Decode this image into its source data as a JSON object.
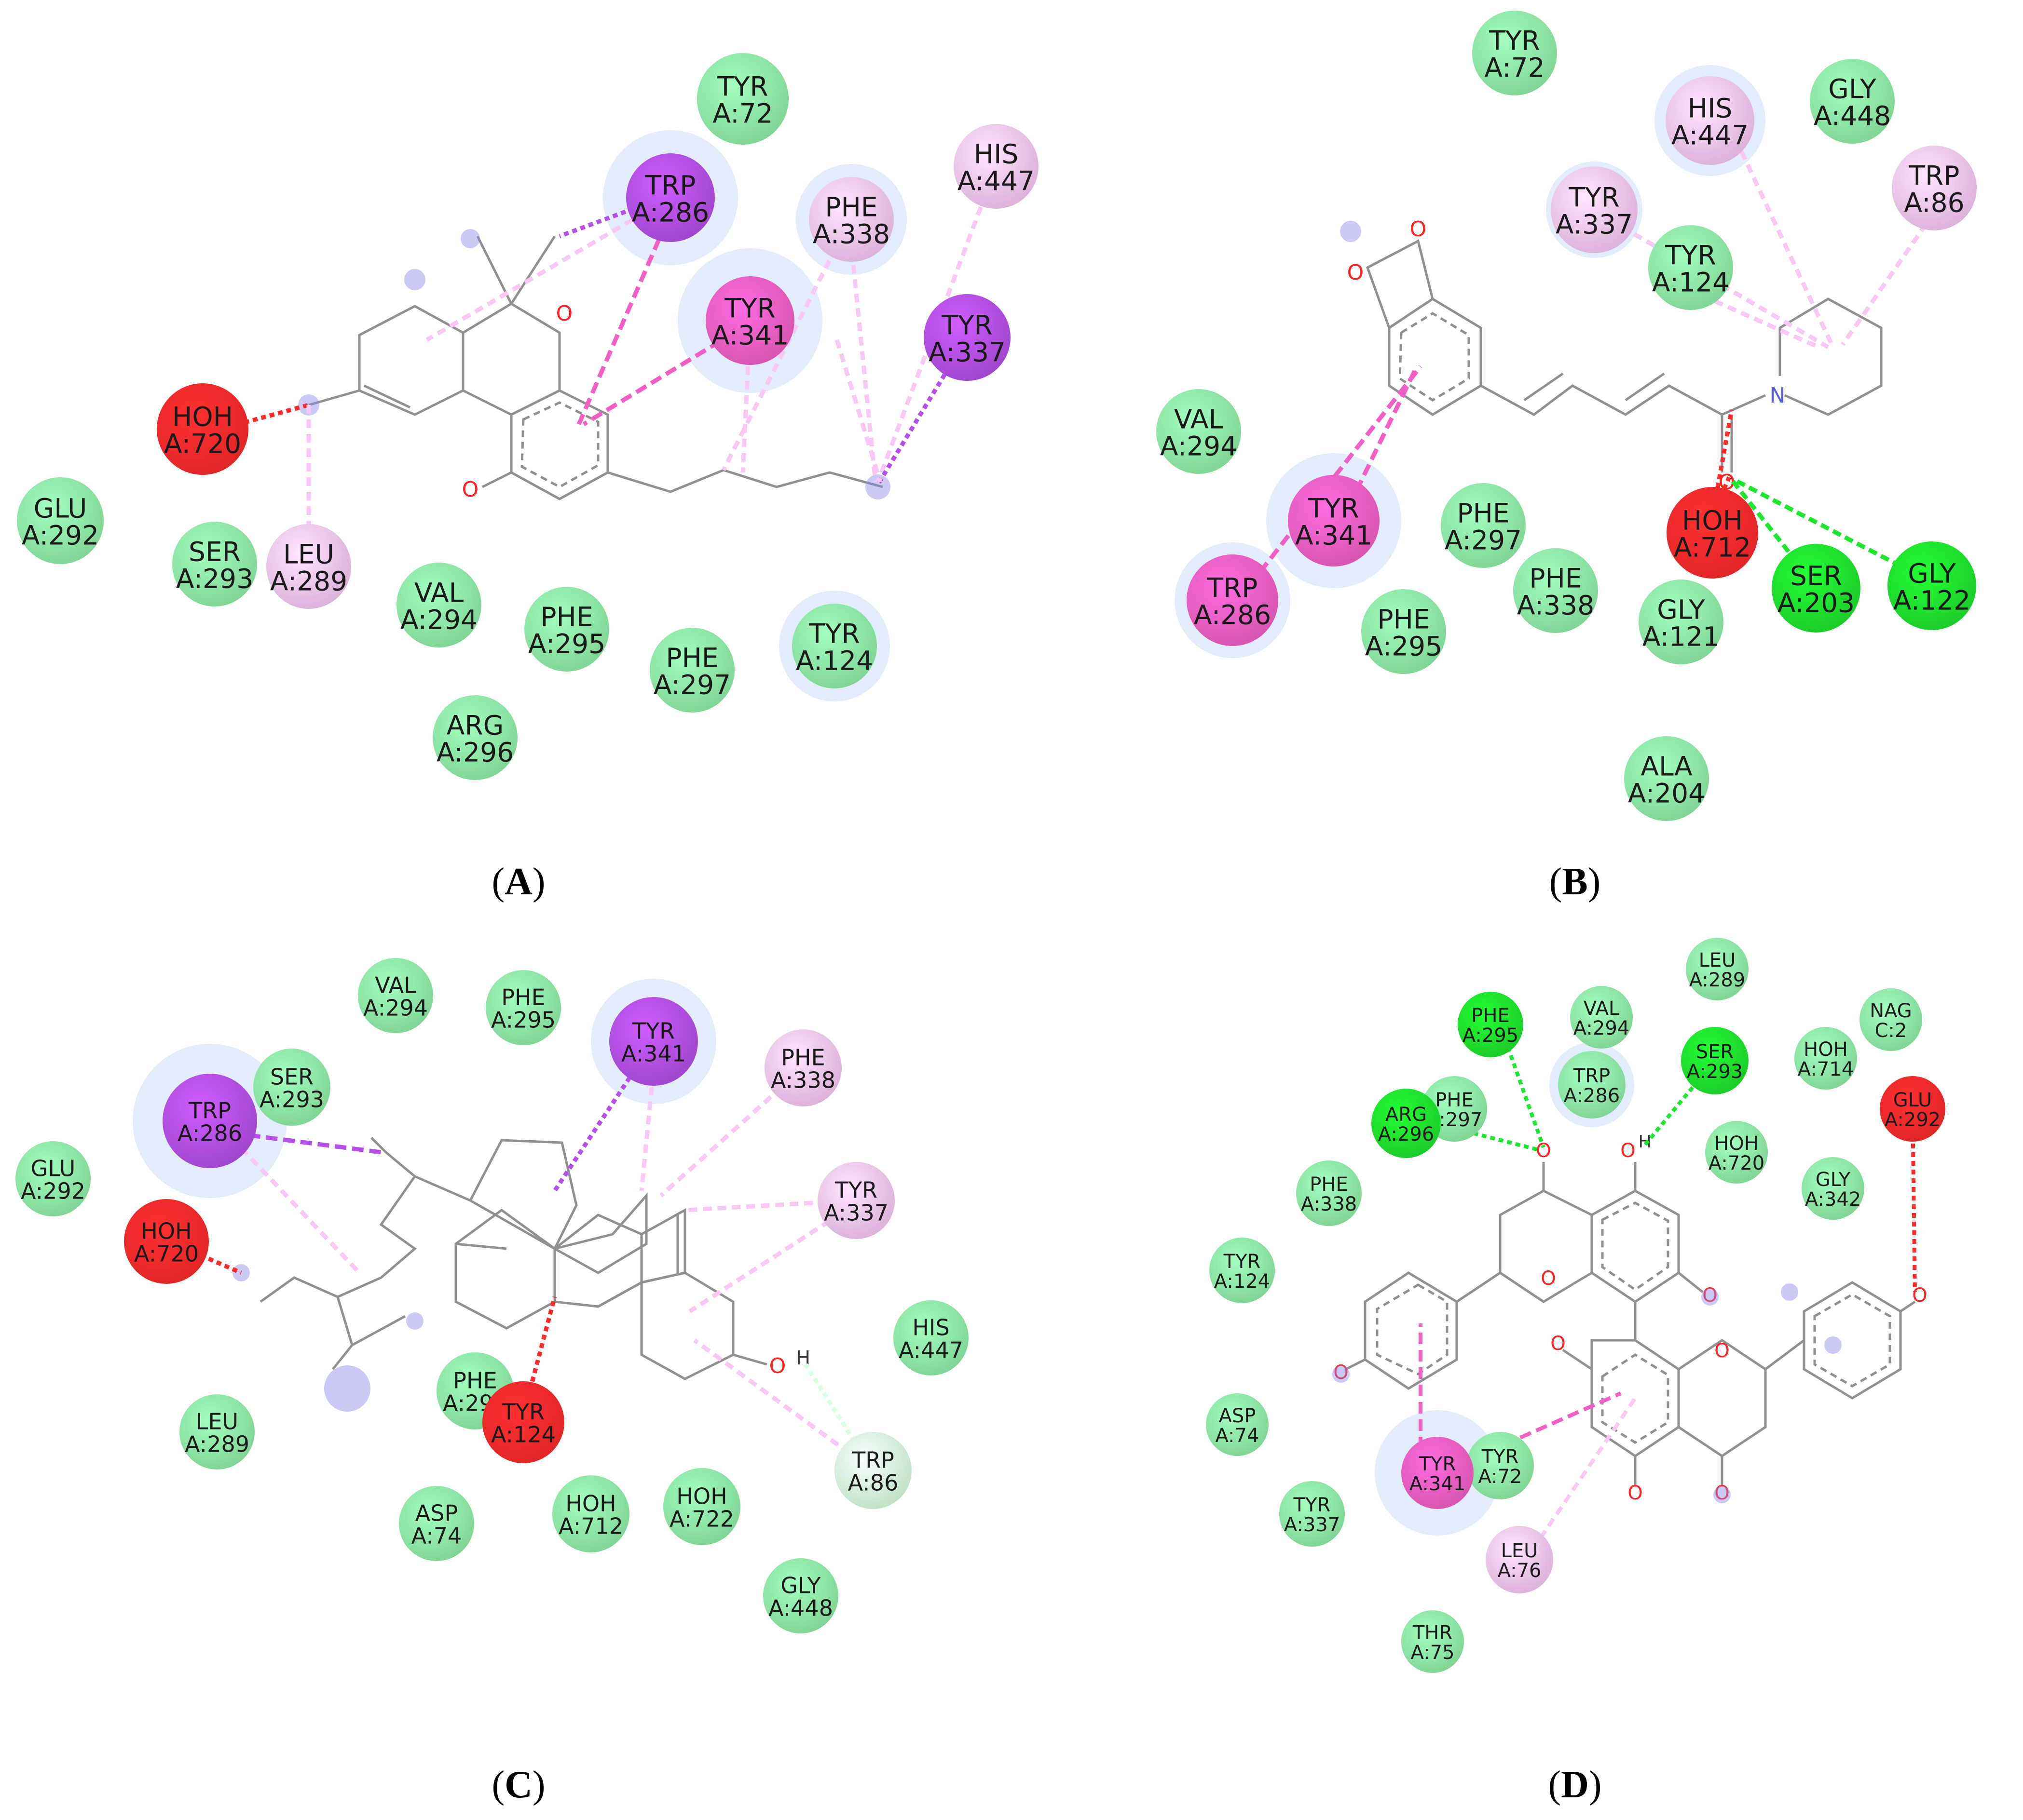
{
  "colors": {
    "vdw": "#8ef0a8",
    "hbond_conv": "#1ee62e",
    "carbon_h": "#d8ffdf",
    "unfav": "#ff2a2a",
    "pi_pi": "#f25fc4",
    "pi_alkyl": "#f8c8f4",
    "pi_sigma": "#b450e8",
    "halo": "#e3ecfb",
    "bond": "#909090",
    "oxygen": "#ff2020",
    "nitrogen": "#5b5bdf"
  },
  "panels": [
    {
      "caption": "A",
      "residues": [
        {
          "name": "TYR",
          "id": "A:72",
          "type": "vdw"
        },
        {
          "name": "TRP",
          "id": "A:286",
          "type": "pi_sigma"
        },
        {
          "name": "PHE",
          "id": "A:338",
          "type": "pi_alkyl"
        },
        {
          "name": "HIS",
          "id": "A:447",
          "type": "pi_alkyl"
        },
        {
          "name": "TYR",
          "id": "A:341",
          "type": "pi_pi"
        },
        {
          "name": "TYR",
          "id": "A:337",
          "type": "pi_sigma"
        },
        {
          "name": "HOH",
          "id": "A:720",
          "type": "unfav"
        },
        {
          "name": "GLU",
          "id": "A:292",
          "type": "vdw"
        },
        {
          "name": "SER",
          "id": "A:293",
          "type": "vdw"
        },
        {
          "name": "LEU",
          "id": "A:289",
          "type": "pi_alkyl"
        },
        {
          "name": "VAL",
          "id": "A:294",
          "type": "vdw"
        },
        {
          "name": "PHE",
          "id": "A:295",
          "type": "vdw"
        },
        {
          "name": "PHE",
          "id": "A:297",
          "type": "vdw"
        },
        {
          "name": "TYR",
          "id": "A:124",
          "type": "vdw"
        },
        {
          "name": "ARG",
          "id": "A:296",
          "type": "vdw"
        }
      ],
      "atoms": [
        "O",
        "O"
      ]
    },
    {
      "caption": "B",
      "residues": [
        {
          "name": "TYR",
          "id": "A:72",
          "type": "vdw"
        },
        {
          "name": "HIS",
          "id": "A:447",
          "type": "pi_alkyl"
        },
        {
          "name": "GLY",
          "id": "A:448",
          "type": "vdw"
        },
        {
          "name": "TRP",
          "id": "A:86",
          "type": "pi_alkyl"
        },
        {
          "name": "TYR",
          "id": "A:337",
          "type": "pi_alkyl"
        },
        {
          "name": "TYR",
          "id": "A:124",
          "type": "vdw"
        },
        {
          "name": "VAL",
          "id": "A:294",
          "type": "vdw"
        },
        {
          "name": "TYR",
          "id": "A:341",
          "type": "pi_pi"
        },
        {
          "name": "PHE",
          "id": "A:297",
          "type": "vdw"
        },
        {
          "name": "HOH",
          "id": "A:712",
          "type": "unfav"
        },
        {
          "name": "TRP",
          "id": "A:286",
          "type": "pi_pi"
        },
        {
          "name": "PHE",
          "id": "A:338",
          "type": "vdw"
        },
        {
          "name": "SER",
          "id": "A:203",
          "type": "hbond_conv"
        },
        {
          "name": "GLY",
          "id": "A:122",
          "type": "hbond_conv"
        },
        {
          "name": "PHE",
          "id": "A:295",
          "type": "vdw"
        },
        {
          "name": "GLY",
          "id": "A:121",
          "type": "vdw"
        },
        {
          "name": "ALA",
          "id": "A:204",
          "type": "vdw"
        }
      ],
      "atoms": [
        "O",
        "O",
        "N",
        "O"
      ]
    },
    {
      "caption": "C",
      "residues": [
        {
          "name": "VAL",
          "id": "A:294",
          "type": "vdw"
        },
        {
          "name": "PHE",
          "id": "A:295",
          "type": "vdw"
        },
        {
          "name": "TYR",
          "id": "A:341",
          "type": "pi_sigma"
        },
        {
          "name": "PHE",
          "id": "A:338",
          "type": "pi_alkyl"
        },
        {
          "name": "SER",
          "id": "A:293",
          "type": "vdw"
        },
        {
          "name": "TRP",
          "id": "A:286",
          "type": "pi_sigma"
        },
        {
          "name": "TYR",
          "id": "A:337",
          "type": "pi_alkyl"
        },
        {
          "name": "GLU",
          "id": "A:292",
          "type": "vdw"
        },
        {
          "name": "HOH",
          "id": "A:720",
          "type": "unfav"
        },
        {
          "name": "HIS",
          "id": "A:447",
          "type": "vdw"
        },
        {
          "name": "PHE",
          "id": "A:297",
          "type": "vdw"
        },
        {
          "name": "TYR",
          "id": "A:124",
          "type": "unfav"
        },
        {
          "name": "LEU",
          "id": "A:289",
          "type": "vdw"
        },
        {
          "name": "TRP",
          "id": "A:86",
          "type": "carbon_h"
        },
        {
          "name": "ASP",
          "id": "A:74",
          "type": "vdw"
        },
        {
          "name": "HOH",
          "id": "A:712",
          "type": "vdw"
        },
        {
          "name": "HOH",
          "id": "A:722",
          "type": "vdw"
        },
        {
          "name": "GLY",
          "id": "A:448",
          "type": "vdw"
        }
      ],
      "atoms": [
        "O",
        "H"
      ]
    },
    {
      "caption": "D",
      "residues": [
        {
          "name": "LEU",
          "id": "A:289",
          "type": "vdw"
        },
        {
          "name": "PHE",
          "id": "A:295",
          "type": "hbond_conv"
        },
        {
          "name": "VAL",
          "id": "A:294",
          "type": "vdw"
        },
        {
          "name": "NAG",
          "id": "C:2",
          "type": "vdw"
        },
        {
          "name": "SER",
          "id": "A:293",
          "type": "hbond_conv"
        },
        {
          "name": "HOH",
          "id": "A:714",
          "type": "vdw"
        },
        {
          "name": "TRP",
          "id": "A:286",
          "type": "vdw"
        },
        {
          "name": "PHE",
          "id": "A:297",
          "type": "vdw"
        },
        {
          "name": "ARG",
          "id": "A:296",
          "type": "hbond_conv"
        },
        {
          "name": "GLU",
          "id": "A:292",
          "type": "unfav"
        },
        {
          "name": "HOH",
          "id": "A:720",
          "type": "vdw"
        },
        {
          "name": "PHE",
          "id": "A:338",
          "type": "vdw"
        },
        {
          "name": "GLY",
          "id": "A:342",
          "type": "vdw"
        },
        {
          "name": "TYR",
          "id": "A:124",
          "type": "vdw"
        },
        {
          "name": "ASP",
          "id": "A:74",
          "type": "vdw"
        },
        {
          "name": "TYR",
          "id": "A:72",
          "type": "vdw"
        },
        {
          "name": "TYR",
          "id": "A:341",
          "type": "pi_pi"
        },
        {
          "name": "TYR",
          "id": "A:337",
          "type": "vdw"
        },
        {
          "name": "LEU",
          "id": "A:76",
          "type": "pi_alkyl"
        },
        {
          "name": "THR",
          "id": "A:75",
          "type": "vdw"
        }
      ],
      "atoms": [
        "O",
        "H",
        "O",
        "H",
        "O",
        "O",
        "O",
        "O",
        "O",
        "O",
        "O",
        "O"
      ]
    }
  ]
}
